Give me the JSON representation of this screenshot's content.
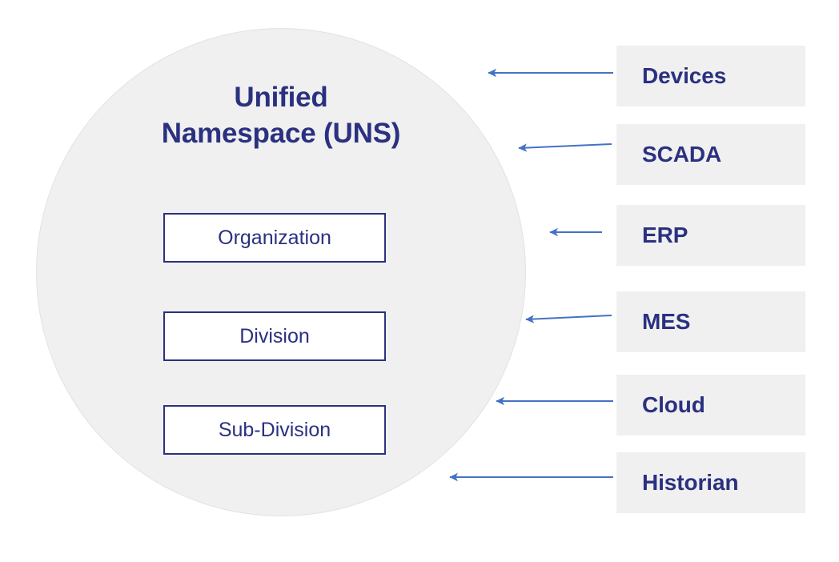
{
  "diagram": {
    "title_lines": [
      "Unified",
      "Namespace (UNS)"
    ],
    "levels": [
      {
        "label": "Organization"
      },
      {
        "label": "Division"
      },
      {
        "label": "Sub-Division"
      }
    ],
    "sources": [
      {
        "label": "Devices"
      },
      {
        "label": "SCADA"
      },
      {
        "label": "ERP"
      },
      {
        "label": "MES"
      },
      {
        "label": "Cloud"
      },
      {
        "label": "Historian"
      }
    ],
    "colors": {
      "navy_text": "#2b3180",
      "circle_fill": "#f0f0f0",
      "source_fill": "#f0f0f0",
      "arrow_blue": "#4472c4",
      "box_fill": "#ffffff",
      "page_background": "#ffffff"
    }
  }
}
